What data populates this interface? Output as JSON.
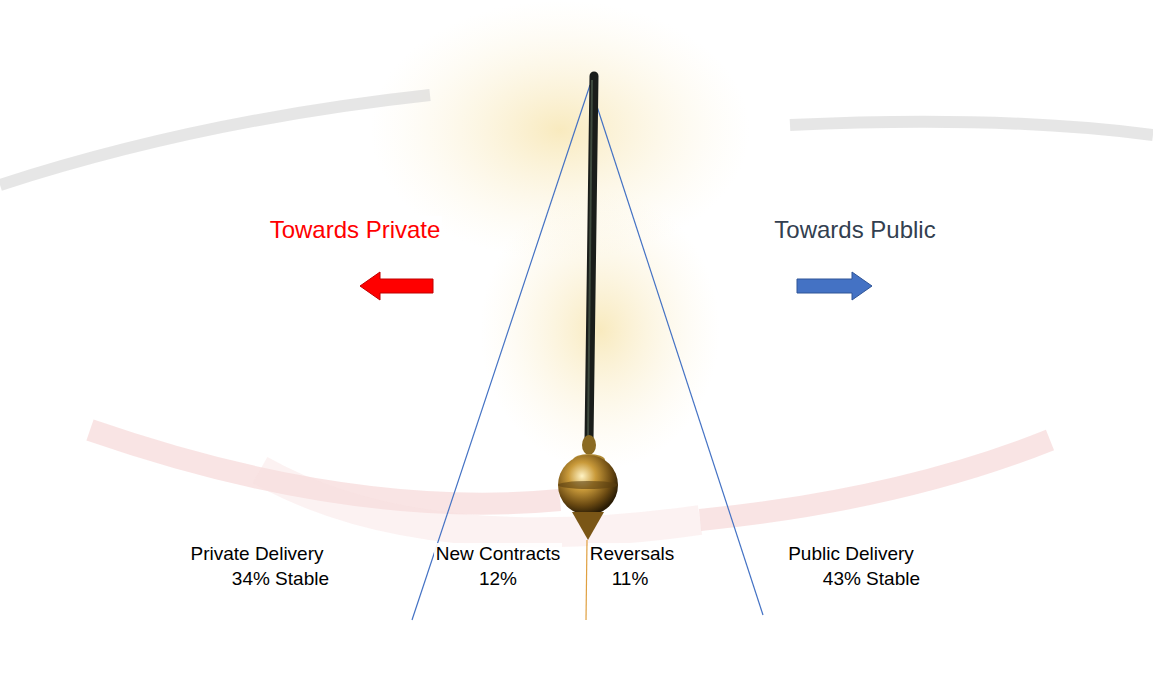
{
  "diagram": {
    "labels": [
      "Towards Private",
      "Towards Public",
      "Private Delivery",
      "34% Stable",
      "New Contracts",
      "12%",
      "Reversals",
      "11%",
      "Public Delivery",
      "43% Stable"
    ]
  }
}
